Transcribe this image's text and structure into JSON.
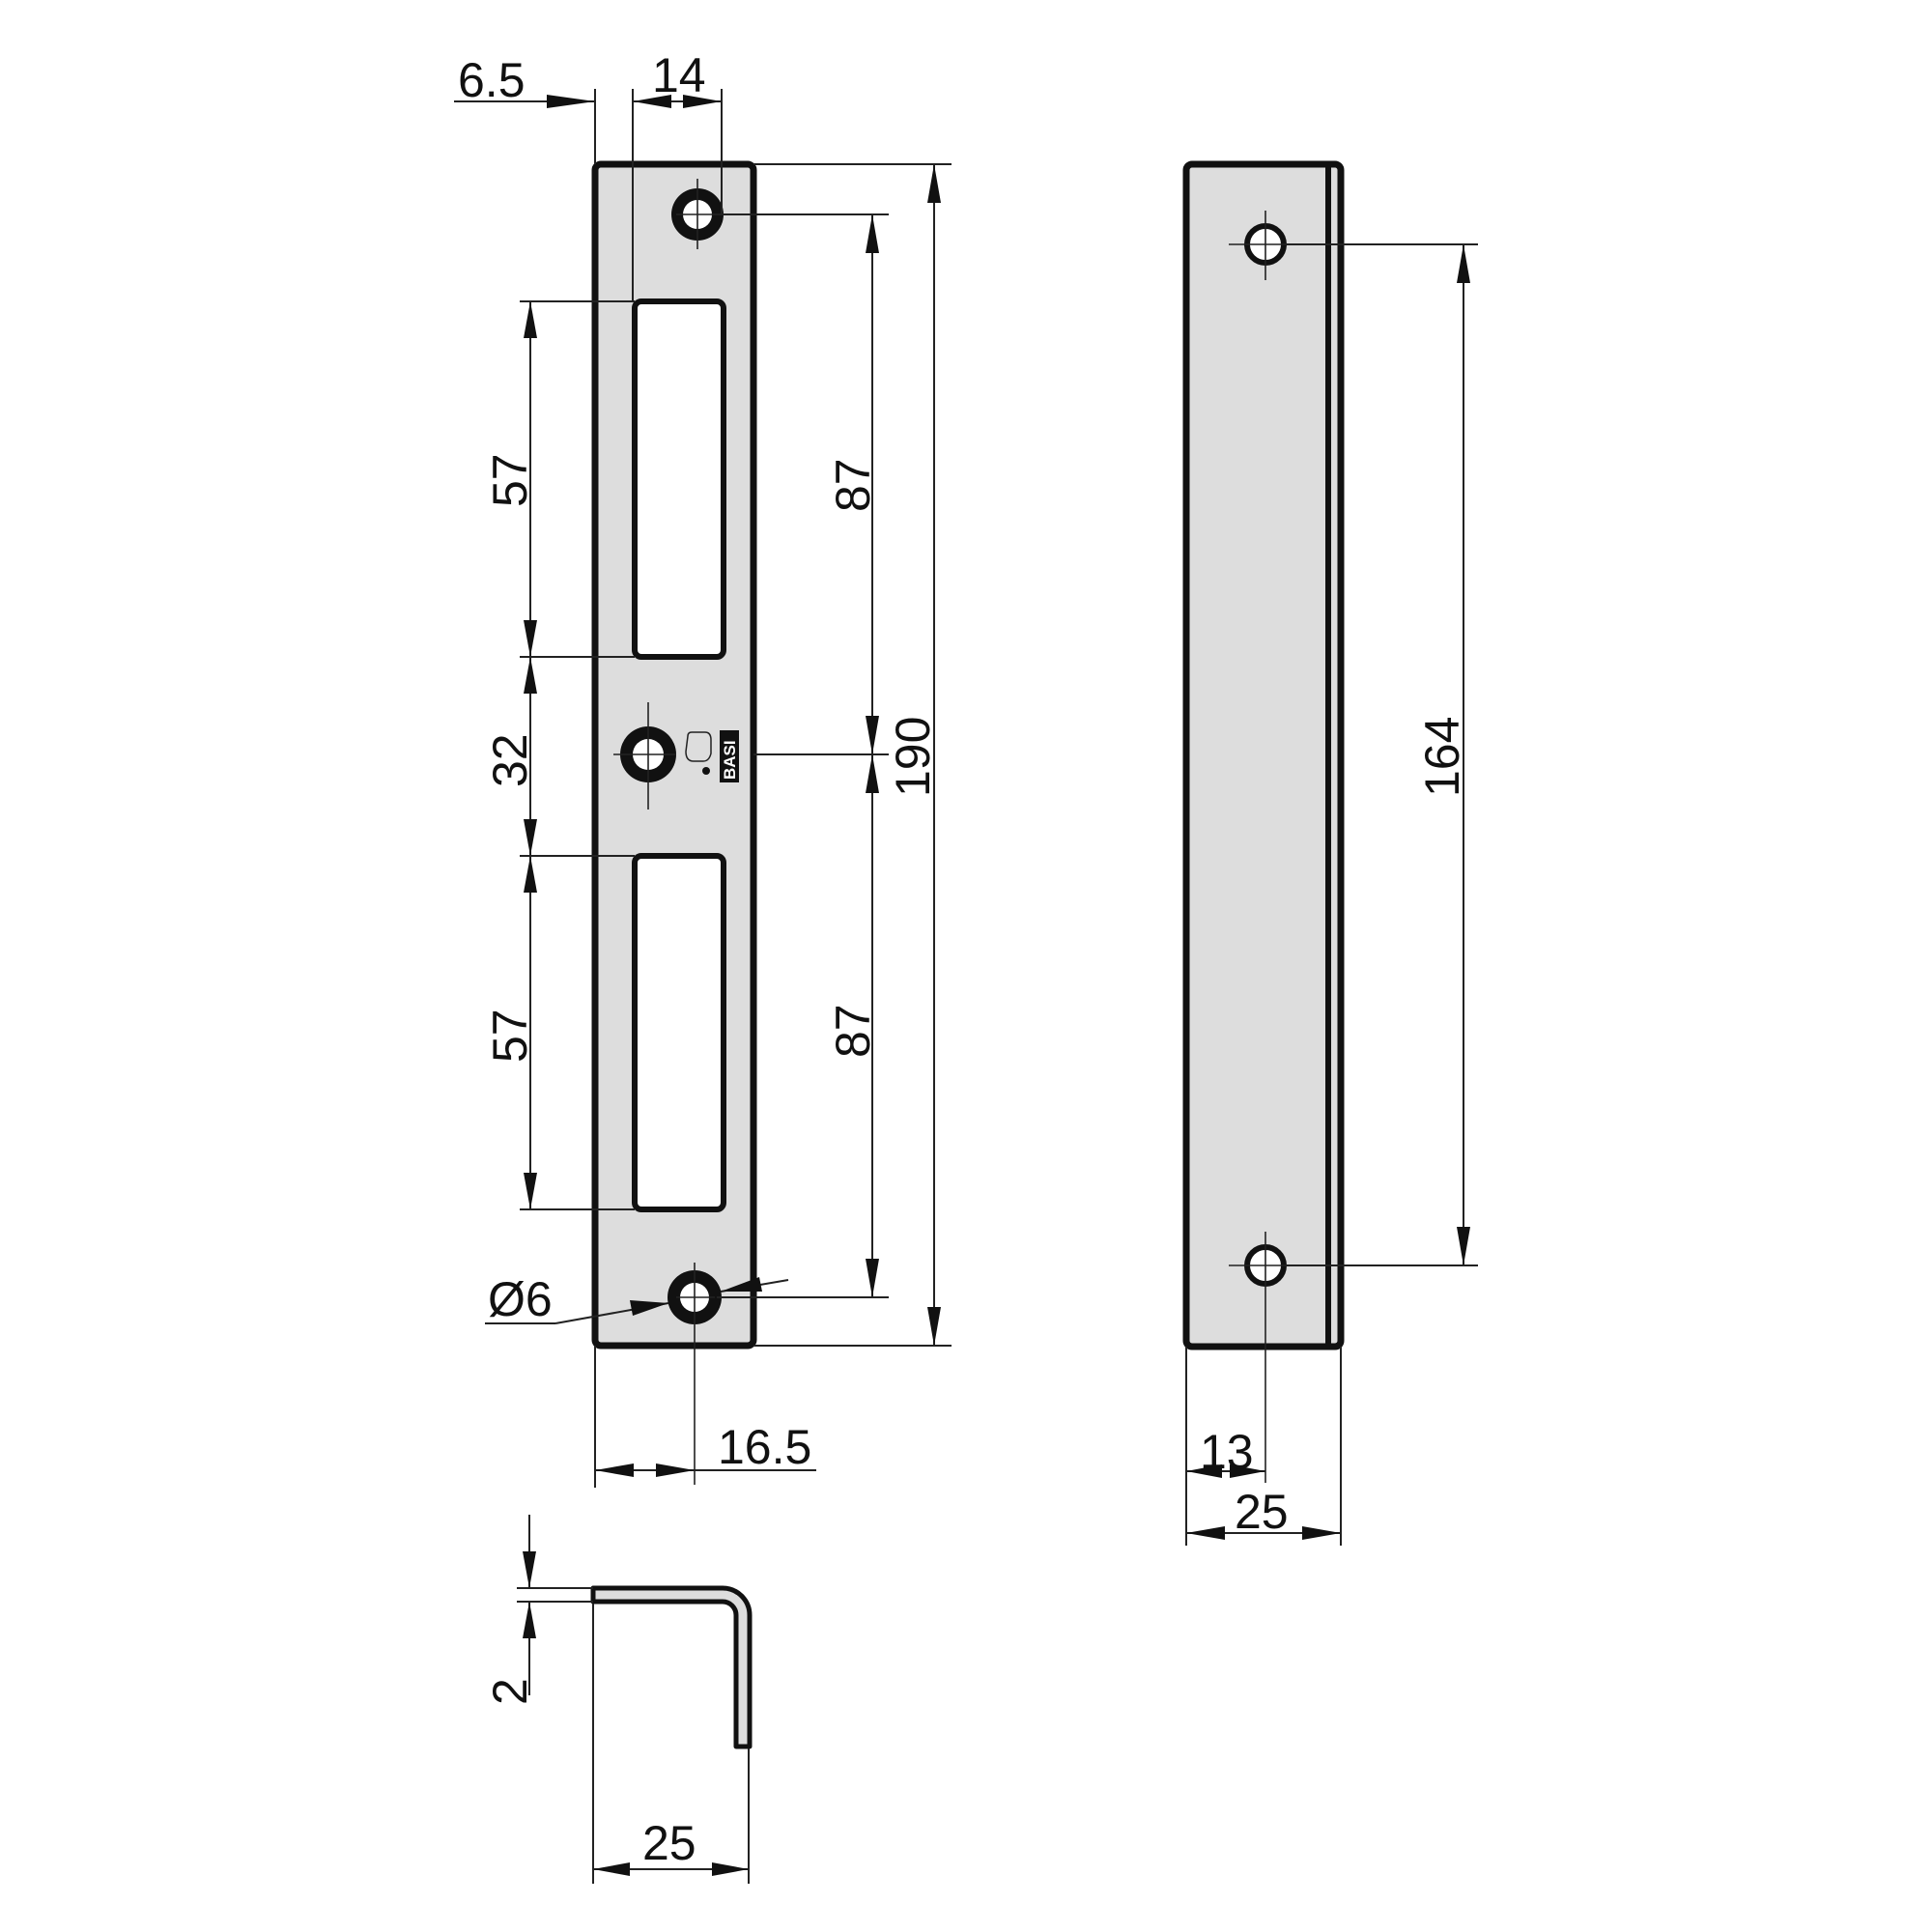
{
  "drawing": {
    "title": "Strike plate technical drawing",
    "units": "mm",
    "brand_mark": "BASI",
    "colors": {
      "part_fill": "#dddddd",
      "outline": "#111111",
      "background": "#ffffff"
    }
  },
  "front_view": {
    "dimensions": {
      "left_offset": "6.5",
      "slot_width": "14",
      "slot_upper_height": "57",
      "slot_gap": "32",
      "slot_lower_height": "57",
      "hole_spacing_upper": "87",
      "hole_spacing_lower": "87",
      "overall_height": "190",
      "hole_diameter": "Ø6",
      "hole_offset_x": "16.5"
    }
  },
  "side_view": {
    "dimensions": {
      "hole_spacing": "164",
      "hole_offset_x": "13",
      "overall_width": "25"
    }
  },
  "profile_view": {
    "dimensions": {
      "thickness": "2",
      "flange_width": "25"
    }
  }
}
